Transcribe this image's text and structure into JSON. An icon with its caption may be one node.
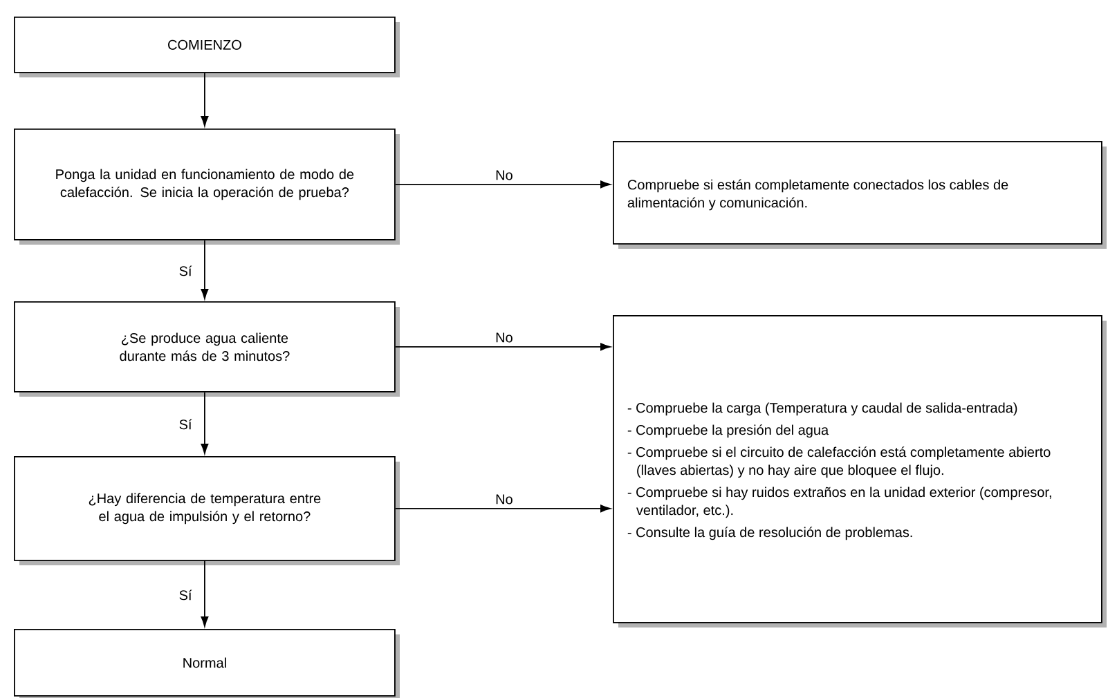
{
  "diagram": {
    "nodes": [
      {
        "text": [
          "COMIENZO"
        ]
      },
      {
        "text": [
          "Ponga la unidad en funcionamiento de modo de calefacción. Se inicia la operación de prueba?"
        ]
      },
      {
        "text": [
          "¿Se produce agua caliente durante más de 3 minutos?"
        ]
      },
      {
        "text": [
          "¿Hay diferencia de temperatura entre el agua de impulsión y el retorno?"
        ]
      },
      {
        "text": [
          "Normal"
        ]
      },
      {
        "text": [
          "Compruebe si están completamente conectados los cables de alimentación y comunicación."
        ]
      },
      {
        "text": [
          "- Compruebe la carga (Temperatura y caudal de salida-entrada)",
          "- Compruebe la presión del agua",
          "- Compruebe si el circuito de calefacción está completamente abierto (llaves abiertas) y no hay aire que bloquee el flujo.",
          "- Compruebe si hay ruidos extraños en la unidad exterior (compresor, ventilador, etc.).",
          "- Consulte la guía de resolución de problemas."
        ]
      }
    ],
    "edges": [
      {
        "from": 0,
        "to": 1,
        "arrow": "to"
      },
      {
        "from": 1,
        "to": 2,
        "arrow": "to",
        "label": "Sí"
      },
      {
        "from": 2,
        "to": 3,
        "arrow": "to",
        "label": "Sí"
      },
      {
        "from": 3,
        "to": 4,
        "arrow": "to",
        "label": "Sí"
      },
      {
        "from": 1,
        "to": 5,
        "arrow": "to",
        "label": "No"
      },
      {
        "from": 2,
        "to": 6,
        "arrow": "to",
        "label": "No"
      },
      {
        "from": 3,
        "to": 6,
        "arrow": "to",
        "label": "No"
      }
    ]
  }
}
